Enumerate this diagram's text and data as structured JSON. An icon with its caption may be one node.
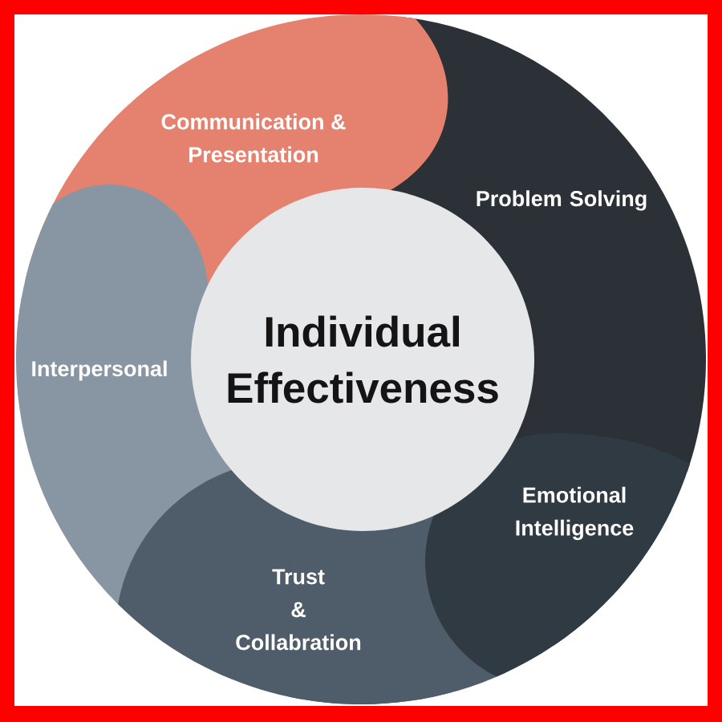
{
  "diagram": {
    "nodes": [
      {
        "text": [
          "Communication & Presentation"
        ]
      },
      {
        "text": [
          "Problem Solving"
        ]
      },
      {
        "text": [
          "Individual Effectiveness"
        ]
      },
      {
        "text": [
          "Interpersonal"
        ]
      },
      {
        "text": [
          "Emotional Intelligence"
        ]
      },
      {
        "text": [
          "Trust & Collabration"
        ]
      }
    ]
  }
}
